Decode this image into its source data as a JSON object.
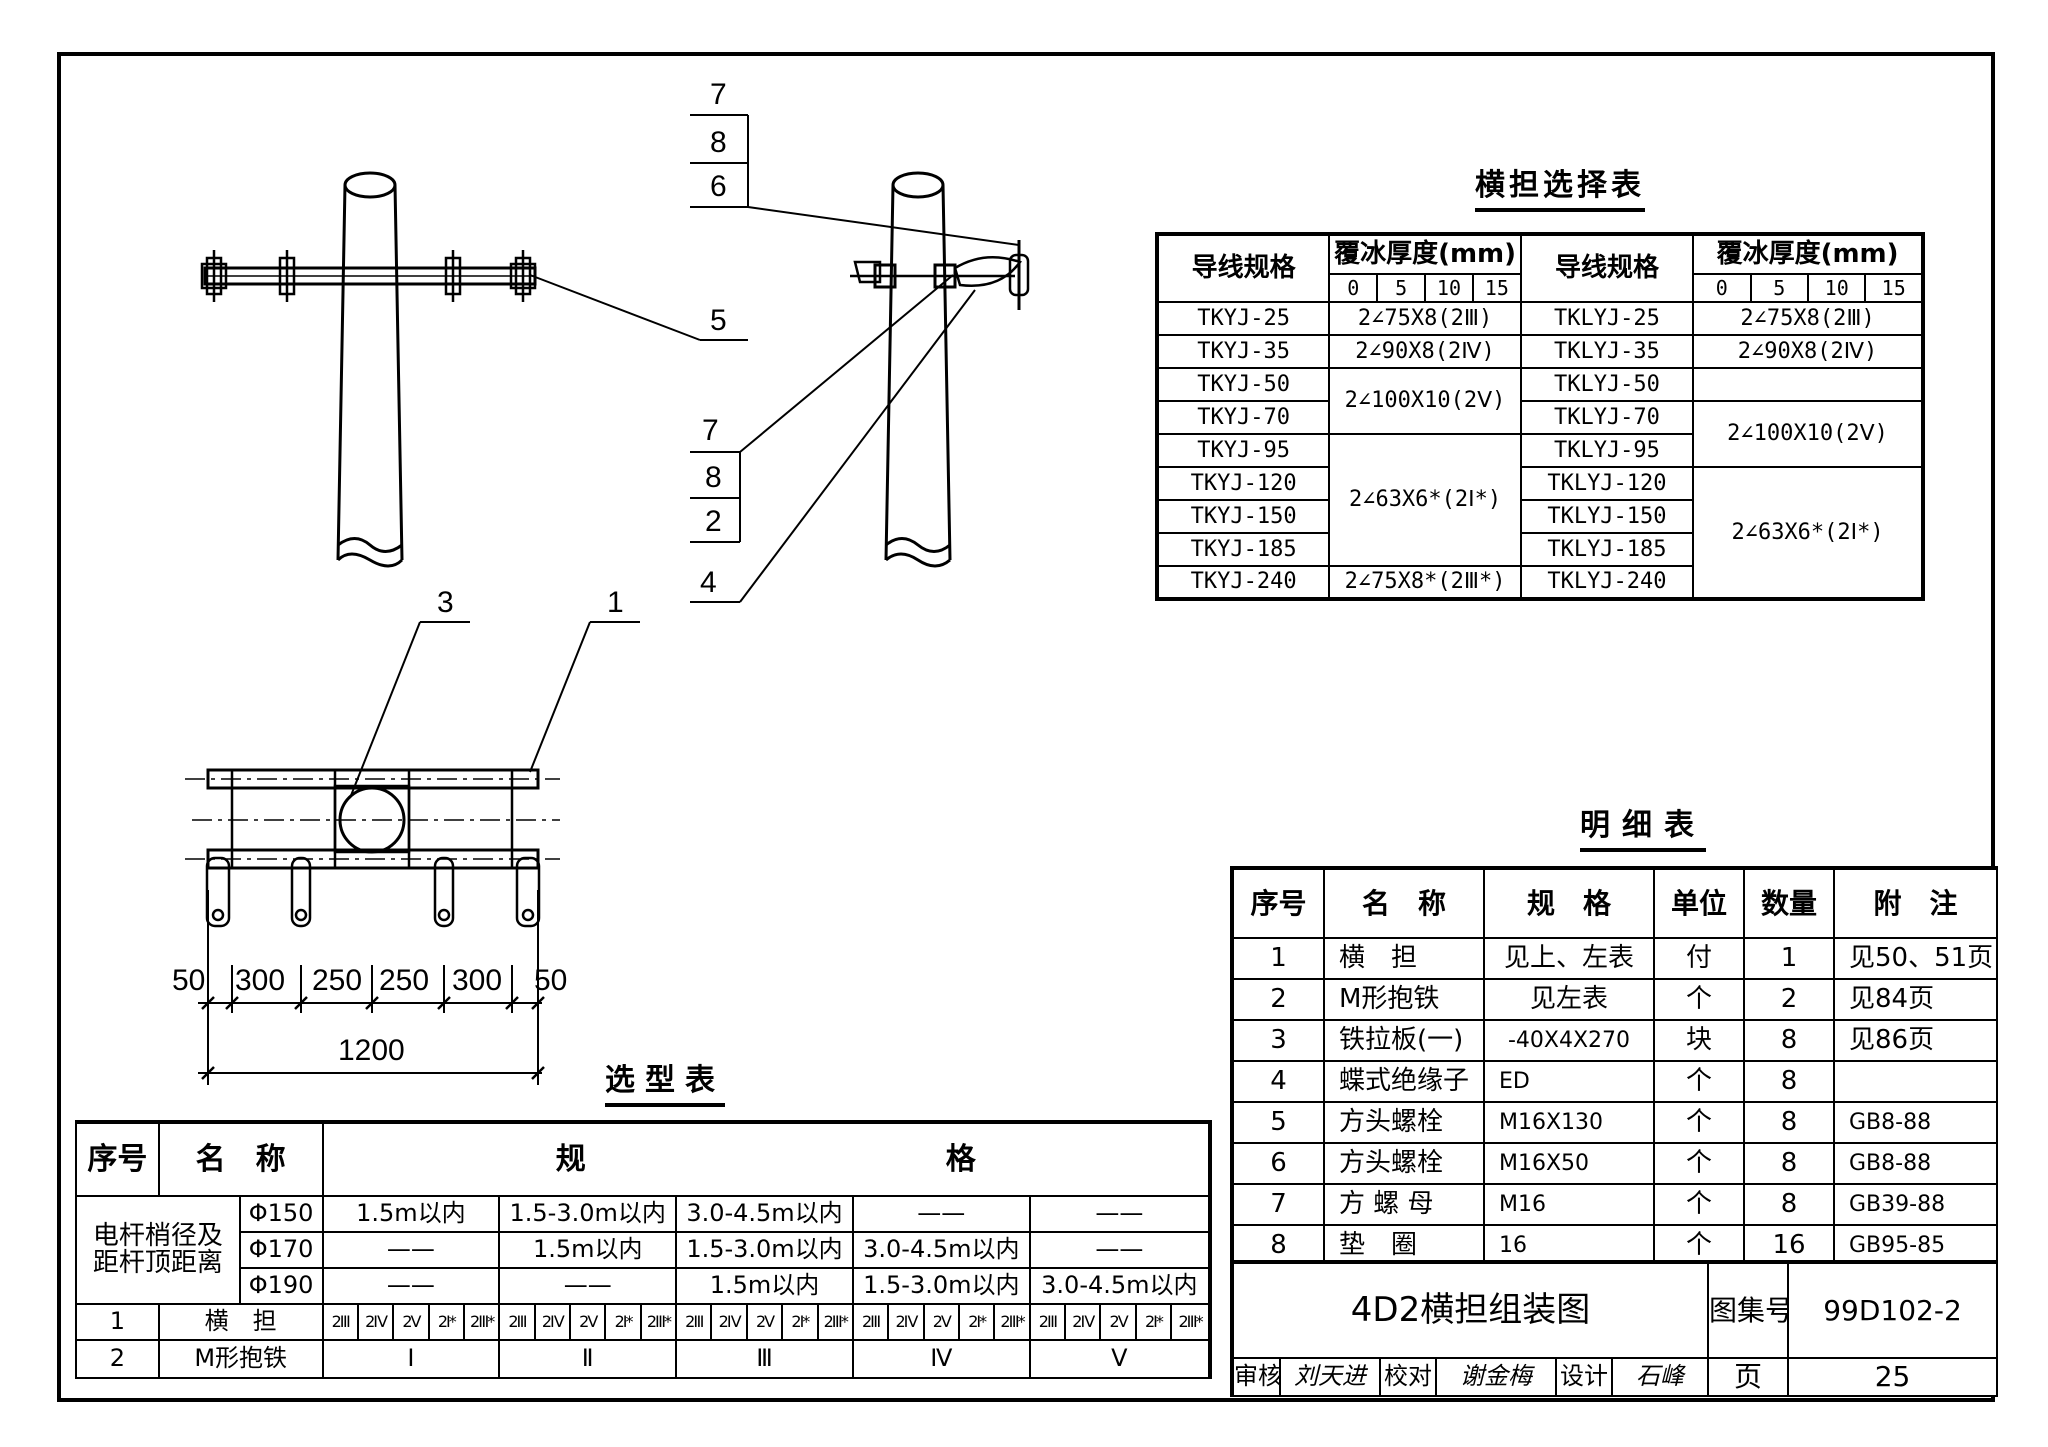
{
  "callouts": [
    "1",
    "2",
    "3",
    "4",
    "5",
    "7",
    "8",
    "6",
    "7",
    "8"
  ],
  "dimensions": [
    "50",
    "300",
    "250",
    "250",
    "300",
    "50"
  ],
  "dimension_total": "1200",
  "selection_table": {
    "title": "横担选择表",
    "col_header": "导线规格",
    "ice_header": "覆冰厚度(mm)",
    "ice_values": [
      "0",
      "5",
      "10",
      "15"
    ],
    "left_conductors": [
      "TKYJ-25",
      "TKYJ-35",
      "TKYJ-50",
      "TKYJ-70",
      "TKYJ-95",
      "TKYJ-120",
      "TKYJ-150",
      "TKYJ-185",
      "TKYJ-240"
    ],
    "right_conductors": [
      "TKLYJ-25",
      "TKLYJ-35",
      "TKLYJ-50",
      "TKLYJ-70",
      "TKLYJ-95",
      "TKLYJ-120",
      "TKLYJ-150",
      "TKLYJ-185",
      "TKLYJ-240"
    ],
    "left_specs": [
      "2∠75X8(2Ⅲ)",
      "2∠90X8(2Ⅳ)",
      "2∠100X10(2Ⅴ)",
      "2∠63X6*(2Ⅰ*)",
      "2∠75X8*(2Ⅲ*)"
    ],
    "right_specs": [
      "2∠75X8(2Ⅲ)",
      "2∠90X8(2Ⅳ)",
      "2∠100X10(2Ⅴ)",
      "2∠63X6*(2Ⅰ*)"
    ]
  },
  "detail_table": {
    "title": "明细表",
    "headers": [
      "序号",
      "名　称",
      "规　格",
      "单位",
      "数量",
      "附　注"
    ],
    "rows": [
      [
        "1",
        "横　担",
        "见上、左表",
        "付",
        "1",
        "见50、51页"
      ],
      [
        "2",
        "M形抱铁",
        "见左表",
        "个",
        "2",
        "见84页"
      ],
      [
        "3",
        "铁拉板(一)",
        "-40X4X270",
        "块",
        "8",
        "见86页"
      ],
      [
        "4",
        "蝶式绝缘子",
        "ED",
        "个",
        "8",
        ""
      ],
      [
        "5",
        "方头螺栓",
        "M16X130",
        "个",
        "8",
        "GB8-88"
      ],
      [
        "6",
        "方头螺栓",
        "M16X50",
        "个",
        "8",
        "GB8-88"
      ],
      [
        "7",
        "方 螺 母",
        "M16",
        "个",
        "8",
        "GB39-88"
      ],
      [
        "8",
        "垫　圈",
        "16",
        "个",
        "16",
        "GB95-85"
      ]
    ]
  },
  "type_table": {
    "title": "选型表",
    "h_no": "序号",
    "h_name": "名　称",
    "h_spec": "规　　　　　　　　　　　　格",
    "pole_label": "电杆梢径及距杆顶距离",
    "phi": [
      "Φ150",
      "Φ170",
      "Φ190"
    ],
    "ranges": [
      [
        "1.5m以内",
        "1.5-3.0m以内",
        "3.0-4.5m以内",
        "——",
        "——"
      ],
      [
        "——",
        "1.5m以内",
        "1.5-3.0m以内",
        "3.0-4.5m以内",
        "——"
      ],
      [
        "——",
        "——",
        "1.5m以内",
        "1.5-3.0m以内",
        "3.0-4.5m以内"
      ]
    ],
    "row1_no": "1",
    "row1_name": "横　担",
    "row1_codes": [
      "2Ⅲ",
      "2Ⅳ",
      "2Ⅴ",
      "2Ⅰ*",
      "2Ⅲ*"
    ],
    "row2_no": "2",
    "row2_name": "M形抱铁",
    "row2_vals": [
      "Ⅰ",
      "Ⅱ",
      "Ⅲ",
      "Ⅳ",
      "Ⅴ"
    ]
  },
  "title_block": {
    "drawing_title": "4D2横担组装图",
    "atlas_label": "图集号",
    "atlas_no": "99D102-2",
    "review_label": "审核",
    "review_sig": "刘天进",
    "check_label": "校对",
    "check_sig": "谢金梅",
    "design_label": "设计",
    "design_sig": "石峰",
    "page_label": "页",
    "page_no": "25"
  }
}
